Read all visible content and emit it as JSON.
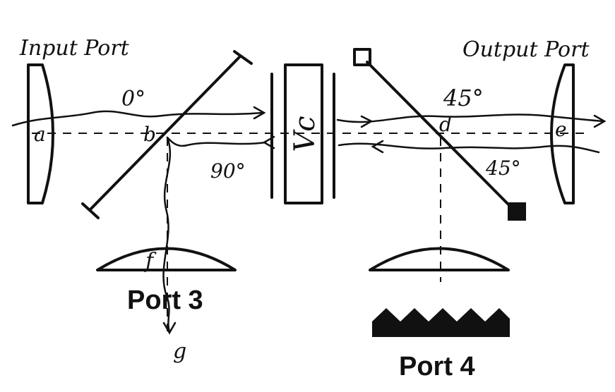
{
  "labels": {
    "input_port": "Input Port",
    "output_port": "Output Port",
    "port3": "Port 3",
    "port4": "Port 4",
    "angle_0": "0°",
    "angle_90": "90°",
    "angle_45_top": "45°",
    "angle_45_bottom": "45°",
    "vc": "Vc",
    "point_a": "a",
    "point_b": "b",
    "point_d": "d",
    "point_e": "e",
    "point_f": "f",
    "point_g": "g"
  },
  "colors": {
    "ink": "#111111",
    "background": "#ffffff"
  }
}
